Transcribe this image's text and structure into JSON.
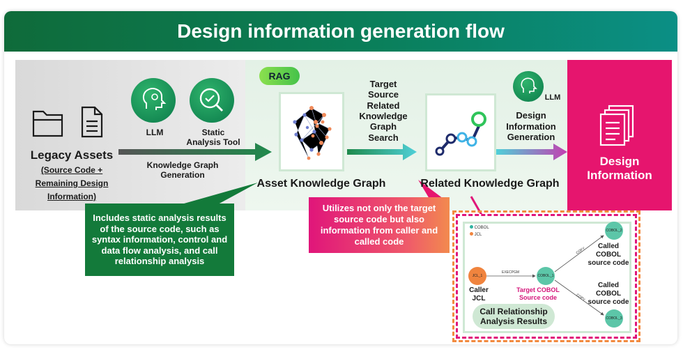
{
  "header": {
    "title": "Design information generation flow"
  },
  "legacy": {
    "title": "Legacy Assets",
    "subtitle_lines": [
      "(Source Code +",
      "Remaining Design",
      "Information)"
    ]
  },
  "tools": {
    "llm_label": "LLM",
    "static_label": "Static\nAnalysis Tool",
    "kg_generation": "Knowledge Graph\nGeneration"
  },
  "rag": {
    "pill": "RAG",
    "asset_kg": "Asset Knowledge Graph",
    "search_label": "Target\nSource\nRelated\nKnowledge\nGraph\nSearch",
    "related_kg": "Related Knowledge Graph"
  },
  "design_gen": {
    "llm_label": "LLM",
    "label": "Design\nInformation\nGeneration"
  },
  "design_info": {
    "label": "Design\nInformation"
  },
  "green_note": "Includes static analysis results of the source code, such as syntax information, control and data flow analysis, and call relationship analysis",
  "pink_note": "Utilizes not only the target source code but also information from caller and called code",
  "call_graph": {
    "legend": [
      "COBOL",
      "JCL"
    ],
    "jcl_node": "JCL_1",
    "edge_execpgm": "EXECPGM",
    "cobol_target_node": "COBOL_1",
    "cobol_top_node": "COBOL_2",
    "cobol_bottom_node": "COBOL_3",
    "edge_copy": "COPY",
    "caller_label": "Caller\nJCL",
    "target_label": "Target COBOL\nSource code",
    "called_top_label": "Called\nCOBOL\nsource code",
    "called_bottom_label": "Called\nCOBOL\nsource code",
    "title": "Call Relationship\nAnalysis Results"
  },
  "colors": {
    "header_green": "#0f6b3a",
    "note_green": "#137a3a",
    "magenta": "#e6156e",
    "orange": "#f28a3e",
    "arrow_green": "#1f8a4c"
  }
}
